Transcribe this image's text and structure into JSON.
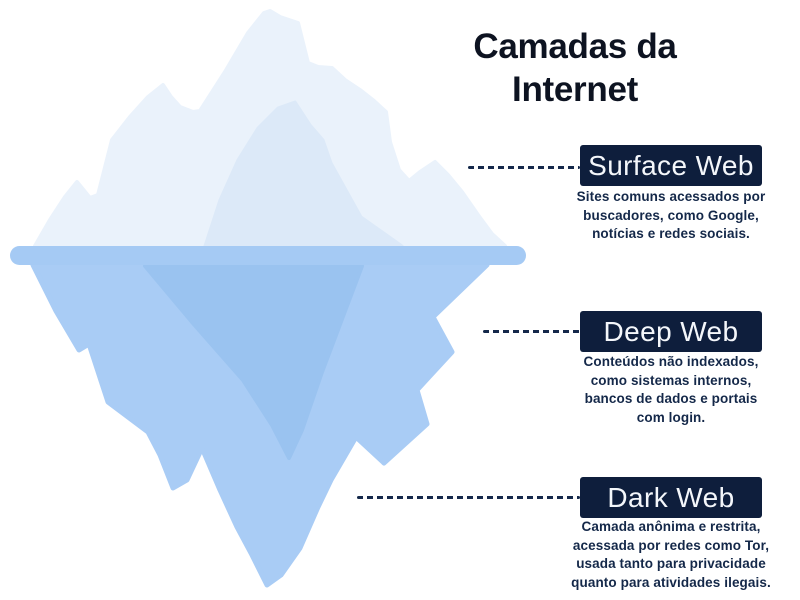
{
  "title": "Camadas da Internet",
  "sections": [
    {
      "id": "surface-web",
      "label": "Surface Web",
      "desc_lines": [
        "Sites comuns acessados por",
        "buscadores, como Google,",
        "notícias e redes sociais."
      ]
    },
    {
      "id": "deep-web",
      "label": "Deep Web",
      "desc_lines": [
        "Conteúdos não indexados,",
        "como sistemas internos,",
        "bancos de dados e portais",
        "com login."
      ]
    },
    {
      "id": "dark-web",
      "label": "Dark Web",
      "desc_lines": [
        "Camada anônima e restrita,",
        "acessada por redes como Tor,",
        "usada tanto para privacidade",
        "quanto para atividades ilegais."
      ]
    }
  ],
  "colors": {
    "title_text": "#0d1321",
    "box_bg": "#0e1e3c",
    "box_text": "#f4f7fb",
    "desc_text": "#142849",
    "connector": "#14284a",
    "ice_above": "#eaf2fb",
    "ice_above_shade": "#dce9f8",
    "waterline": "#a5caf4",
    "ice_under": "#a9ccf5",
    "ice_under_core": "#9ac3f0"
  }
}
